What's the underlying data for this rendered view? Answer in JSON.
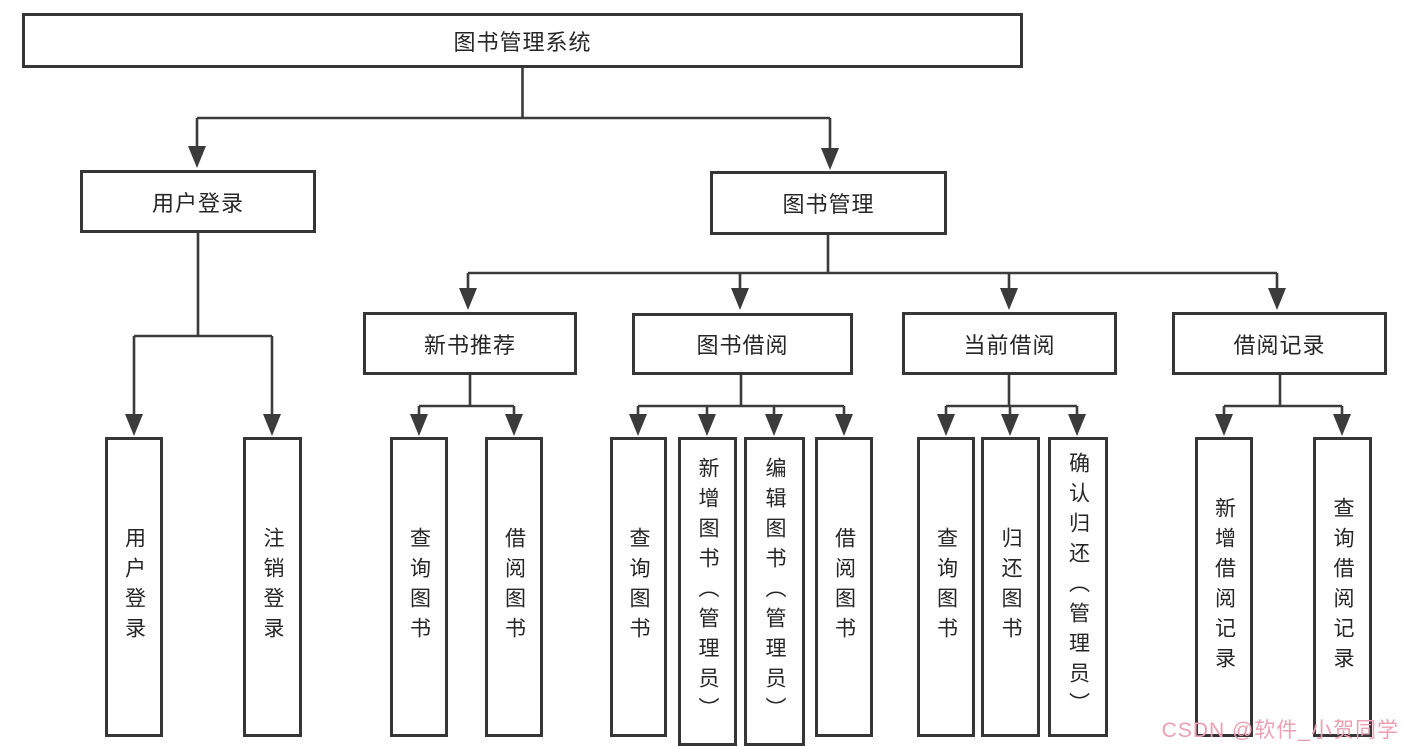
{
  "diagram": {
    "type": "hierarchy",
    "tree": {
      "root": {
        "label": "图书管理系统"
      },
      "children": [
        {
          "label": "用户登录",
          "children": [
            {
              "label": "用户登录"
            },
            {
              "label": "注销登录"
            }
          ]
        },
        {
          "label": "图书管理",
          "children": [
            {
              "label": "新书推荐",
              "children": [
                {
                  "label": "查询图书"
                },
                {
                  "label": "借阅图书"
                }
              ]
            },
            {
              "label": "图书借阅",
              "children": [
                {
                  "label": "查询图书"
                },
                {
                  "label": "新增图书（管理员）"
                },
                {
                  "label": "编辑图书（管理员）"
                },
                {
                  "label": "借阅图书"
                }
              ]
            },
            {
              "label": "当前借阅",
              "children": [
                {
                  "label": "查询图书"
                },
                {
                  "label": "归还图书"
                },
                {
                  "label": "确认归还（管理员）"
                }
              ]
            },
            {
              "label": "借阅记录",
              "children": [
                {
                  "label": "新增借阅记录"
                },
                {
                  "label": "查询借阅记录"
                }
              ]
            }
          ]
        }
      ]
    },
    "colors": {
      "background": "#ffffff",
      "line": "#3b3b3b",
      "box_border": "#363636",
      "box_fill": "#ffffff",
      "text": "#262626",
      "watermark": "#ec9fb0"
    }
  },
  "watermark": {
    "text": "CSDN @软件_小贺同学"
  }
}
